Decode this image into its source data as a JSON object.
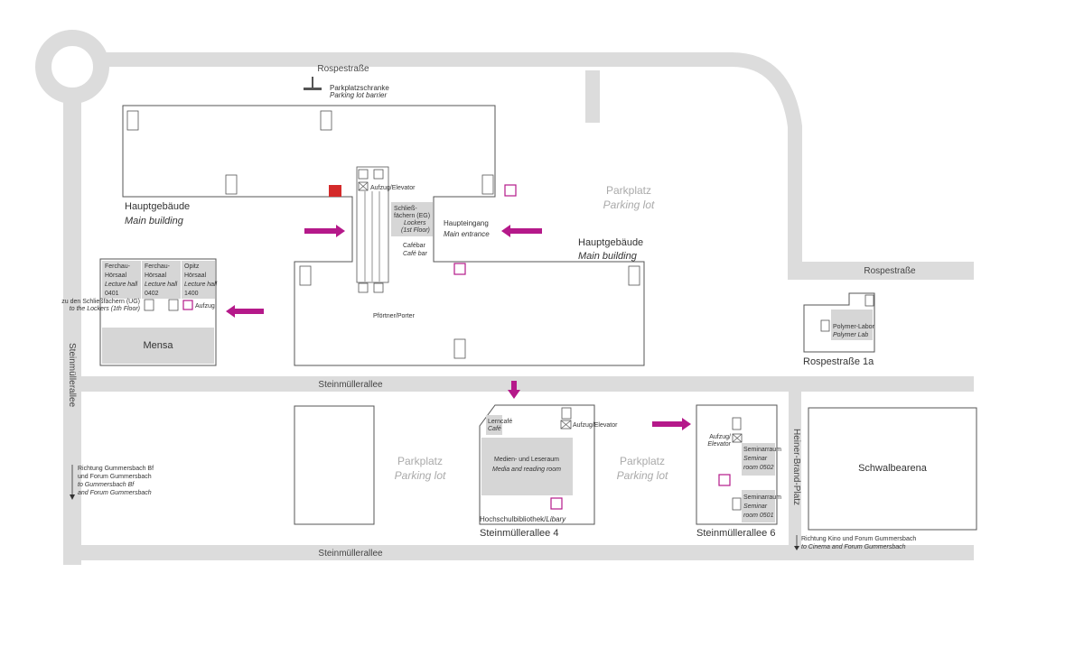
{
  "streets": {
    "rospe_top": "Rospestraße",
    "rospe_right": "Rospestraße",
    "steinmueller_mid": "Steinmüllerallee",
    "steinmueller_bottom": "Steinmüllerallee",
    "steinmueller_left": "Steinmüllerallee",
    "heiner_brand": "Heiner-Brand-Platz"
  },
  "barrier": {
    "de": "Parkplatzschranke",
    "en": "Parking lot barrier"
  },
  "main_building_left": {
    "de": "Hauptgebäude",
    "en": "Main building"
  },
  "main_building_right": {
    "de": "Hauptgebäude",
    "en": "Main building"
  },
  "parking": {
    "top_de": "Parkplatz",
    "top_en": "Parking lot",
    "mid_de": "Parkplatz",
    "mid_en": "Parking lot",
    "right_de": "Parkplatz",
    "right_en": "Parking lot"
  },
  "elevator_main": "Aufzug/Elevator",
  "lockers": {
    "l1": "Schließ-",
    "l2": "fächern (EG)",
    "l3": "Lockers",
    "l4": "(1st Floor)"
  },
  "entrance": {
    "de": "Haupteingang",
    "en": "Main entrance"
  },
  "cafebar": {
    "de": "Cafébar",
    "en": "Café bar"
  },
  "porter": "Pförtner/Porter",
  "halls": [
    {
      "l1": "Ferchau-",
      "l2": "Hörsaal",
      "l3": "Lecture hall",
      "l4": "0401"
    },
    {
      "l1": "Ferchau-",
      "l2": "Hörsaal",
      "l3": "Lecture hall",
      "l4": "0402"
    },
    {
      "l1": "Opitz",
      "l2": "Hörsaal",
      "l3": "Lecture hall",
      "l4": "1400"
    }
  ],
  "to_lockers": {
    "de": "zu den Schließfächern (UG)",
    "en": "to the Lockers (1th Floor)"
  },
  "elevator_small": "Aufzug",
  "mensa": "Mensa",
  "polymer": {
    "de": "Polymer-Labor",
    "en": "Polymer Lab"
  },
  "rospe1a": "Rospestraße 1a",
  "library": {
    "cafe_de": "Lerncafé",
    "cafe_en": "Café",
    "elevator": "Aufzug/Elevator",
    "room_de": "Medien- und Leseraum",
    "room_en": "Media and reading room",
    "title_de": "Hochschulbibliothek/",
    "title_en": "Libary",
    "address": "Steinmüllerallee 4"
  },
  "building6": {
    "elevator1": "Aufzug/",
    "elevator2": "Elevator",
    "sem1": {
      "l1": "Seminarraum",
      "l2": "Seminar",
      "l3": "room 0502"
    },
    "sem2": {
      "l1": "Seminarraum",
      "l2": "Seminar",
      "l3": "room 0501"
    },
    "address": "Steinmüllerallee 6"
  },
  "arena": "Schwalbearena",
  "dir_left": {
    "l1": "Richtung Gummersbach Bf",
    "l2": "und Forum Gummersbach",
    "l3": "to Gummersbach Bf",
    "l4": "and Forum Gummersbach"
  },
  "dir_right": {
    "l1": "Richtung Kino und Forum Gummersbach",
    "l2": "to Cinema and Forum Gummersbach"
  },
  "colors": {
    "road": "#dcdcdc",
    "room": "#d6d6d6",
    "accent": "#b5198a",
    "outline": "#555555",
    "parking_text": "#aaaaaa",
    "red_icon": "#d42a2a"
  }
}
